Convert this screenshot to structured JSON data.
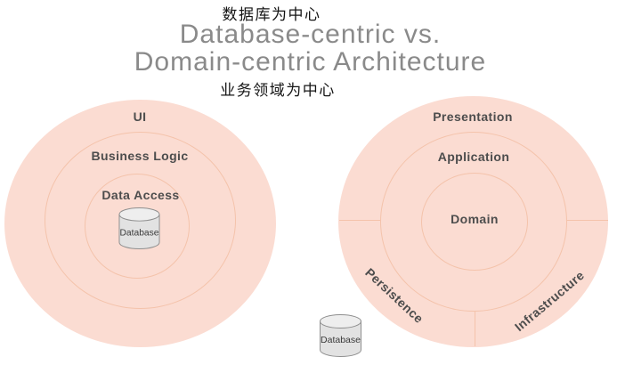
{
  "titles": {
    "caption_top": "数据库为中心",
    "main_line1": "Database-centric vs.",
    "main_line2": "Domain-centric Architecture",
    "caption_bottom": "业务领域为中心"
  },
  "left_diagram": {
    "layers": {
      "outer": "UI",
      "middle": "Business Logic",
      "inner": "Data Access"
    },
    "database_label": "Database"
  },
  "right_diagram": {
    "layers": {
      "outer": "Presentation",
      "middle": "Application",
      "inner": "Domain"
    },
    "sectors": {
      "bottom_left": "Persistence",
      "bottom_right": "Infrastructure"
    },
    "database_label": "Database"
  },
  "colors": {
    "circle_fill": "#fbdcd2",
    "ring_stroke": "#f4c3ab",
    "layer_label": "#4d4d4d",
    "title_gray": "#8a8a8a",
    "caption_black": "#141414",
    "cylinder_fill": "#e2e2e2",
    "cylinder_top_fill": "#eeeeee",
    "cylinder_stroke": "#8f8f8f"
  }
}
